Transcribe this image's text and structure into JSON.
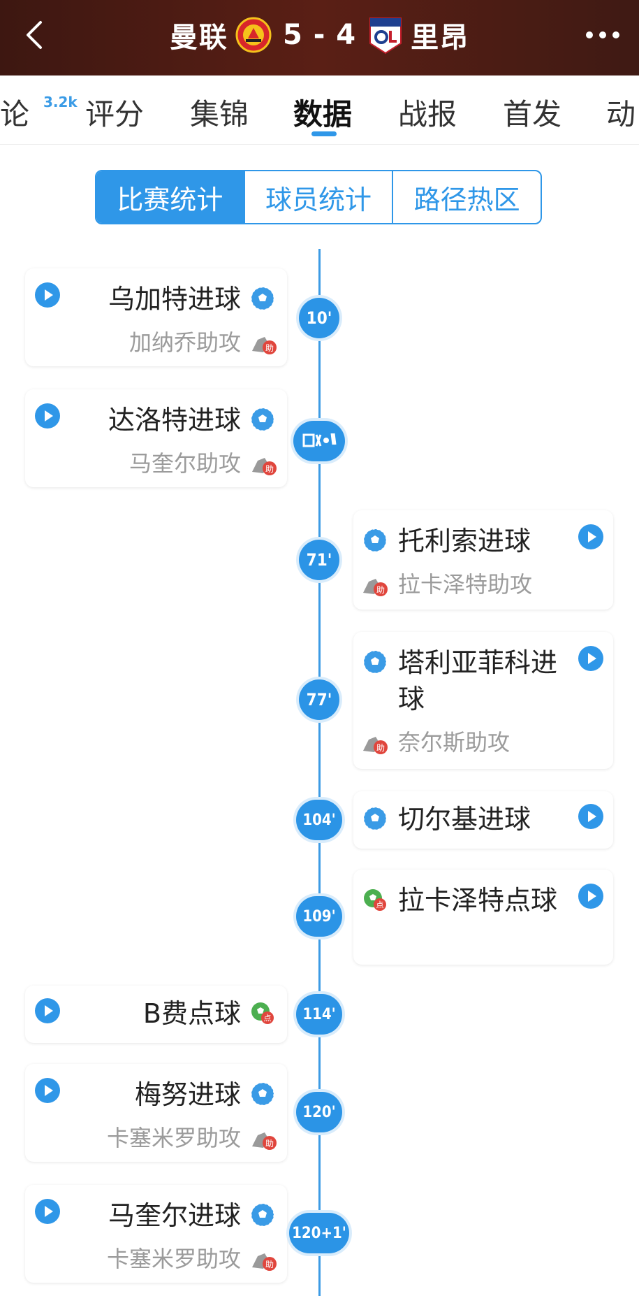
{
  "header": {
    "home_team": "曼联",
    "away_team": "里昂",
    "score": "5 - 4",
    "more_glyph": "•••"
  },
  "tabs": [
    {
      "label": "评论",
      "badge": "3.2k"
    },
    {
      "label": "评分"
    },
    {
      "label": "集锦"
    },
    {
      "label": "数据",
      "active": true
    },
    {
      "label": "战报"
    },
    {
      "label": "首发"
    },
    {
      "label": "动"
    }
  ],
  "segmented": [
    "比赛统计",
    "球员统计",
    "路径热区"
  ],
  "events": [
    {
      "minute": "10'",
      "side": "left",
      "title": "乌加特进球",
      "assist": "加纳乔助攻",
      "type": "goal"
    },
    {
      "minute": "",
      "side": "left",
      "title": "达洛特进球",
      "assist": "马奎尔助攻",
      "type": "goal"
    },
    {
      "minute": "71'",
      "side": "right",
      "title": "托利索进球",
      "assist": "拉卡泽特助攻",
      "type": "goal"
    },
    {
      "minute": "77'",
      "side": "right",
      "title": "塔利亚菲科进球",
      "assist": "奈尔斯助攻",
      "type": "goal"
    },
    {
      "minute": "104'",
      "side": "right",
      "title": "切尔基进球",
      "assist": "",
      "type": "goal"
    },
    {
      "minute": "109'",
      "side": "right",
      "title": "拉卡泽特点球",
      "assist": "",
      "type": "penalty"
    },
    {
      "minute": "114'",
      "side": "left",
      "title": "B费点球",
      "assist": "",
      "type": "penalty"
    },
    {
      "minute": "120'",
      "side": "left",
      "title": "梅努进球",
      "assist": "卡塞米罗助攻",
      "type": "goal"
    },
    {
      "minute": "120+1'",
      "side": "left",
      "title": "马奎尔进球",
      "assist": "卡塞米罗助攻",
      "type": "goal"
    }
  ],
  "badges": {
    "assist": "助",
    "penalty": "点"
  },
  "colors": {
    "accent": "#2f97e8",
    "header_bg": "#4a1c14",
    "penalty_green": "#4caf50",
    "assist_red": "#e0463d"
  }
}
